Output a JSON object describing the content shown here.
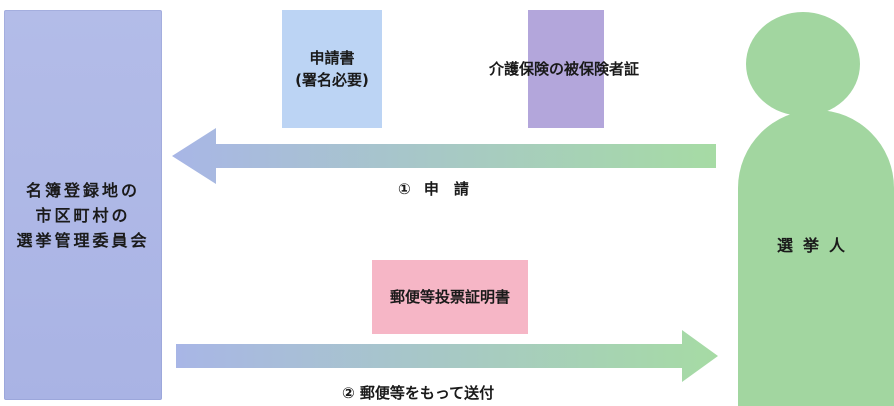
{
  "left_box": {
    "lines": [
      "名簿登録地の",
      "市区町村の",
      "選挙管理委員会"
    ]
  },
  "documents": {
    "application_lines": [
      "申請書",
      "(署名必要)"
    ],
    "insurance_card": "介護保険の被保険者証",
    "certificate": "郵便等投票証明書"
  },
  "person": {
    "label": "選挙人"
  },
  "arrows": {
    "step1_label": "① 申　請",
    "step2_label": "② 郵便等をもって送付"
  },
  "colors": {
    "left_box": "#abb5e5",
    "application_doc": "#bcd4f4",
    "insurance_doc": "#b3a6db",
    "certificate_doc": "#f6b6c6",
    "person": "#a2d6a0",
    "arrow_blue": "#a8b6e6",
    "arrow_green": "#a6dba4"
  }
}
